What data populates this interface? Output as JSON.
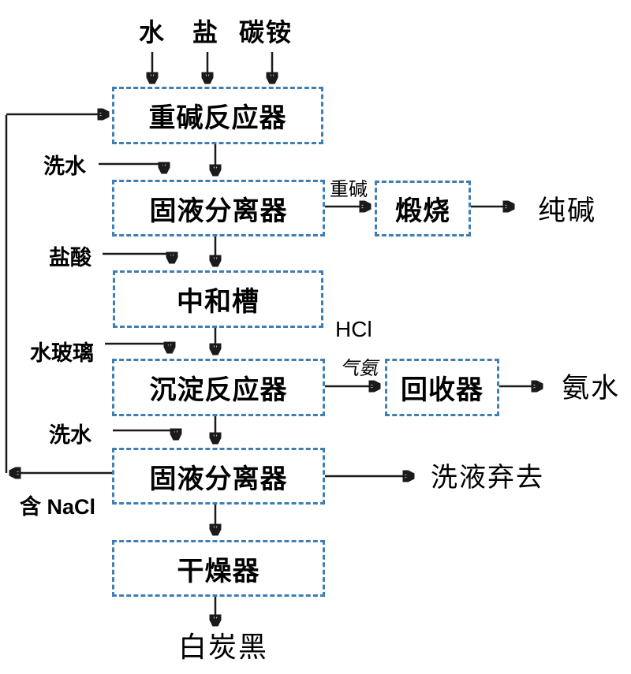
{
  "diagram": {
    "type": "process-flow-chart",
    "colors": {
      "box_border": "#3e7eb3",
      "arrow": "#1a1a1a",
      "text": "#000000",
      "background": "#ffffff"
    },
    "top_inputs": [
      {
        "label": "水"
      },
      {
        "label": "盐"
      },
      {
        "label": "碳铵"
      }
    ],
    "boxes": [
      {
        "label": "重碱反应器"
      },
      {
        "label": "固液分离器"
      },
      {
        "label": "煅烧"
      },
      {
        "label": "中和槽"
      },
      {
        "label": "沉淀反应器"
      },
      {
        "label": "回收器"
      },
      {
        "label": "固液分离器"
      },
      {
        "label": "干燥器"
      }
    ],
    "side_inputs": [
      {
        "label": "洗水"
      },
      {
        "label": "盐酸"
      },
      {
        "label": "水玻璃"
      },
      {
        "label": "洗水"
      }
    ],
    "stream_labels": [
      {
        "label": "重碱"
      },
      {
        "label": "HCl"
      },
      {
        "label": "气氨"
      },
      {
        "label": "含 NaCl"
      }
    ],
    "outputs": [
      {
        "label": "纯碱"
      },
      {
        "label": "氨水"
      },
      {
        "label": "洗液弃去"
      },
      {
        "label": "白炭黑"
      }
    ]
  }
}
